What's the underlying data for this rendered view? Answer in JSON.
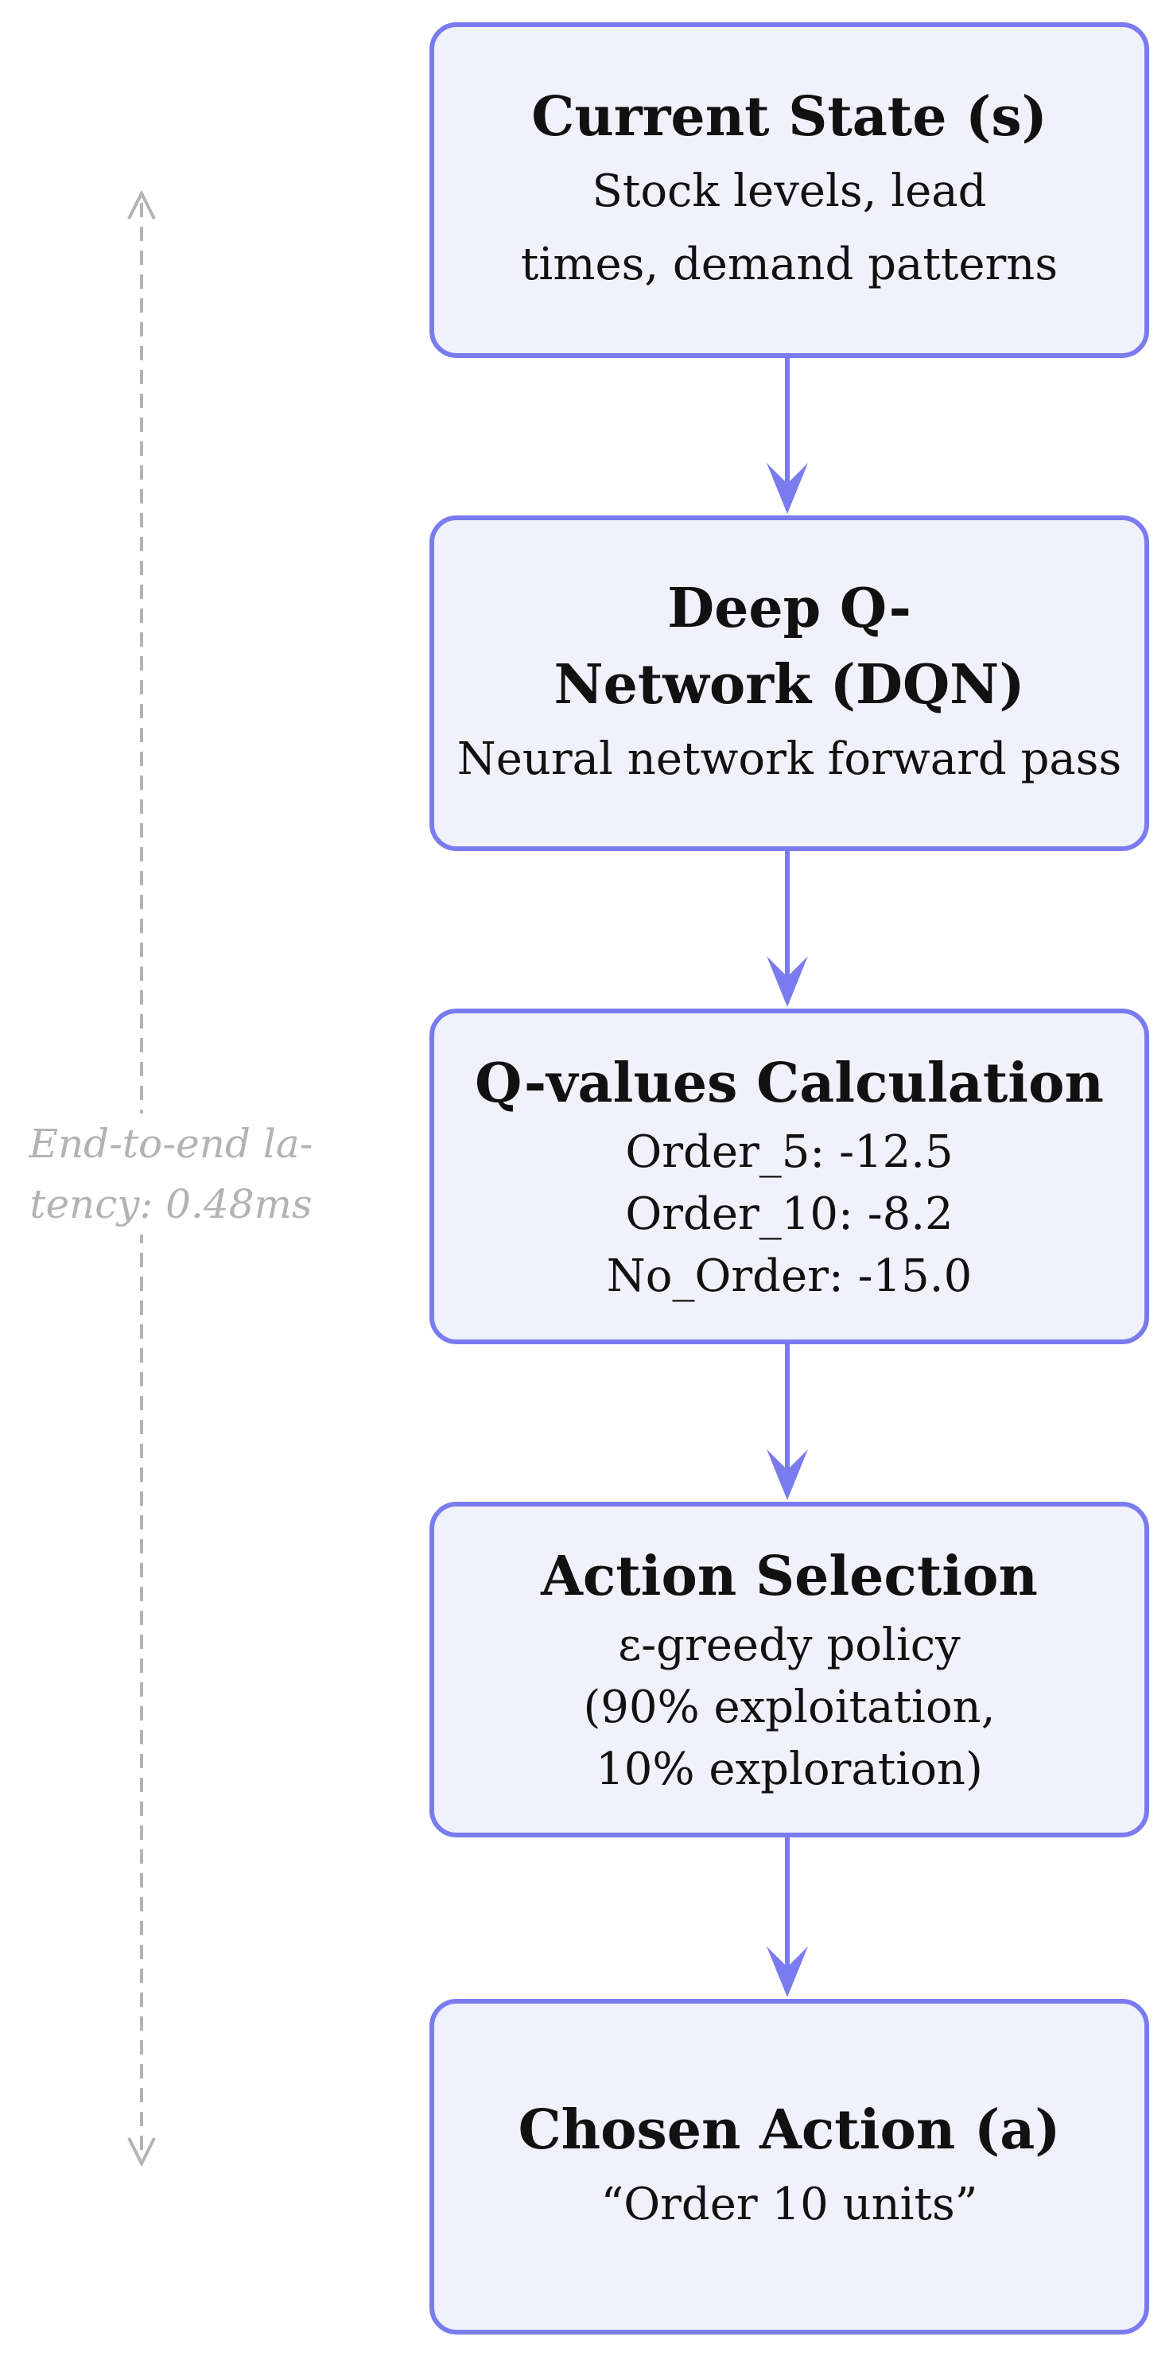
{
  "diagram": {
    "nodes": [
      {
        "id": "current-state",
        "title": [
          "Current State (s)"
        ],
        "description": [
          "Stock levels, lead",
          "times, demand patterns"
        ]
      },
      {
        "id": "dqn",
        "title": [
          "Deep Q-",
          "Network (DQN)"
        ],
        "description": [
          "Neural network forward pass"
        ]
      },
      {
        "id": "q-values",
        "title": [
          "Q-values Calculation"
        ],
        "description": [
          "Order_5: -12.5",
          "Order_10: -8.2",
          "No_Order: -15.0"
        ]
      },
      {
        "id": "action-selection",
        "title": [
          "Action Selection"
        ],
        "description": [
          "ε-greedy policy",
          "(90% exploitation,",
          "10% exploration)"
        ]
      },
      {
        "id": "chosen-action",
        "title": [
          "Chosen Action (a)"
        ],
        "description": [
          "“Order 10 units”"
        ]
      }
    ],
    "edges": [
      {
        "from": "current-state",
        "to": "dqn"
      },
      {
        "from": "dqn",
        "to": "q-values"
      },
      {
        "from": "q-values",
        "to": "action-selection"
      },
      {
        "from": "action-selection",
        "to": "chosen-action"
      }
    ],
    "latency_annotation": {
      "lines": [
        "End-to-end la-",
        "tency: 0.48ms"
      ]
    },
    "colors": {
      "box_border": "#7b7bf0",
      "box_fill": "#f1f1fb",
      "arrow": "#7b7bf0",
      "annotation": "#b3b3b3"
    }
  }
}
